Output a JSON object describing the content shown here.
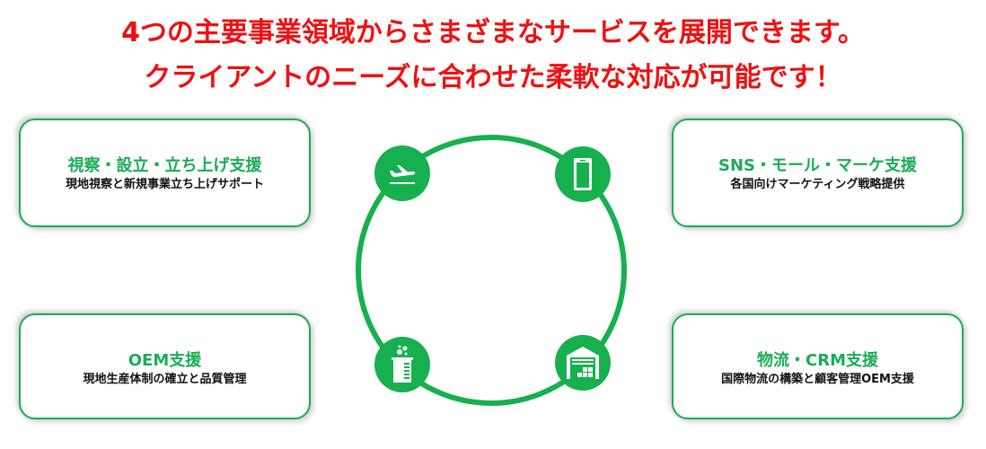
{
  "headline": {
    "line1": "4つの主要事業領域からさまざまなサービスを展開できます。",
    "line2": "クライアントのニーズに合わせた柔軟な対応が可能です！",
    "color": "#ee1111"
  },
  "cards": [
    {
      "position": "top-left",
      "title": "視察・設立・立ち上げ支援",
      "description": "現地視察と新規事業立ち上げサポート"
    },
    {
      "position": "top-right",
      "title": "SNS・モール・マーケ支援",
      "description": "各国向けマーケティング戦略提供"
    },
    {
      "position": "bottom-left",
      "title": "OEM支援",
      "description": "現地生産体制の確立と品質管理"
    },
    {
      "position": "bottom-right",
      "title": "物流・CRM支援",
      "description": "国際物流の構築と顧客管理OEM支援"
    }
  ],
  "cycle": {
    "icons": [
      {
        "position": "top-left",
        "icon": "airplane-departure-icon"
      },
      {
        "position": "top-right",
        "icon": "smartphone-icon"
      },
      {
        "position": "bottom-left",
        "icon": "beaker-icon"
      },
      {
        "position": "bottom-right",
        "icon": "warehouse-icon"
      }
    ],
    "accent_color": "#16b04f"
  },
  "colors": {
    "card_border": "#1aad55",
    "card_title": "#1aad55",
    "card_text": "#111111"
  }
}
